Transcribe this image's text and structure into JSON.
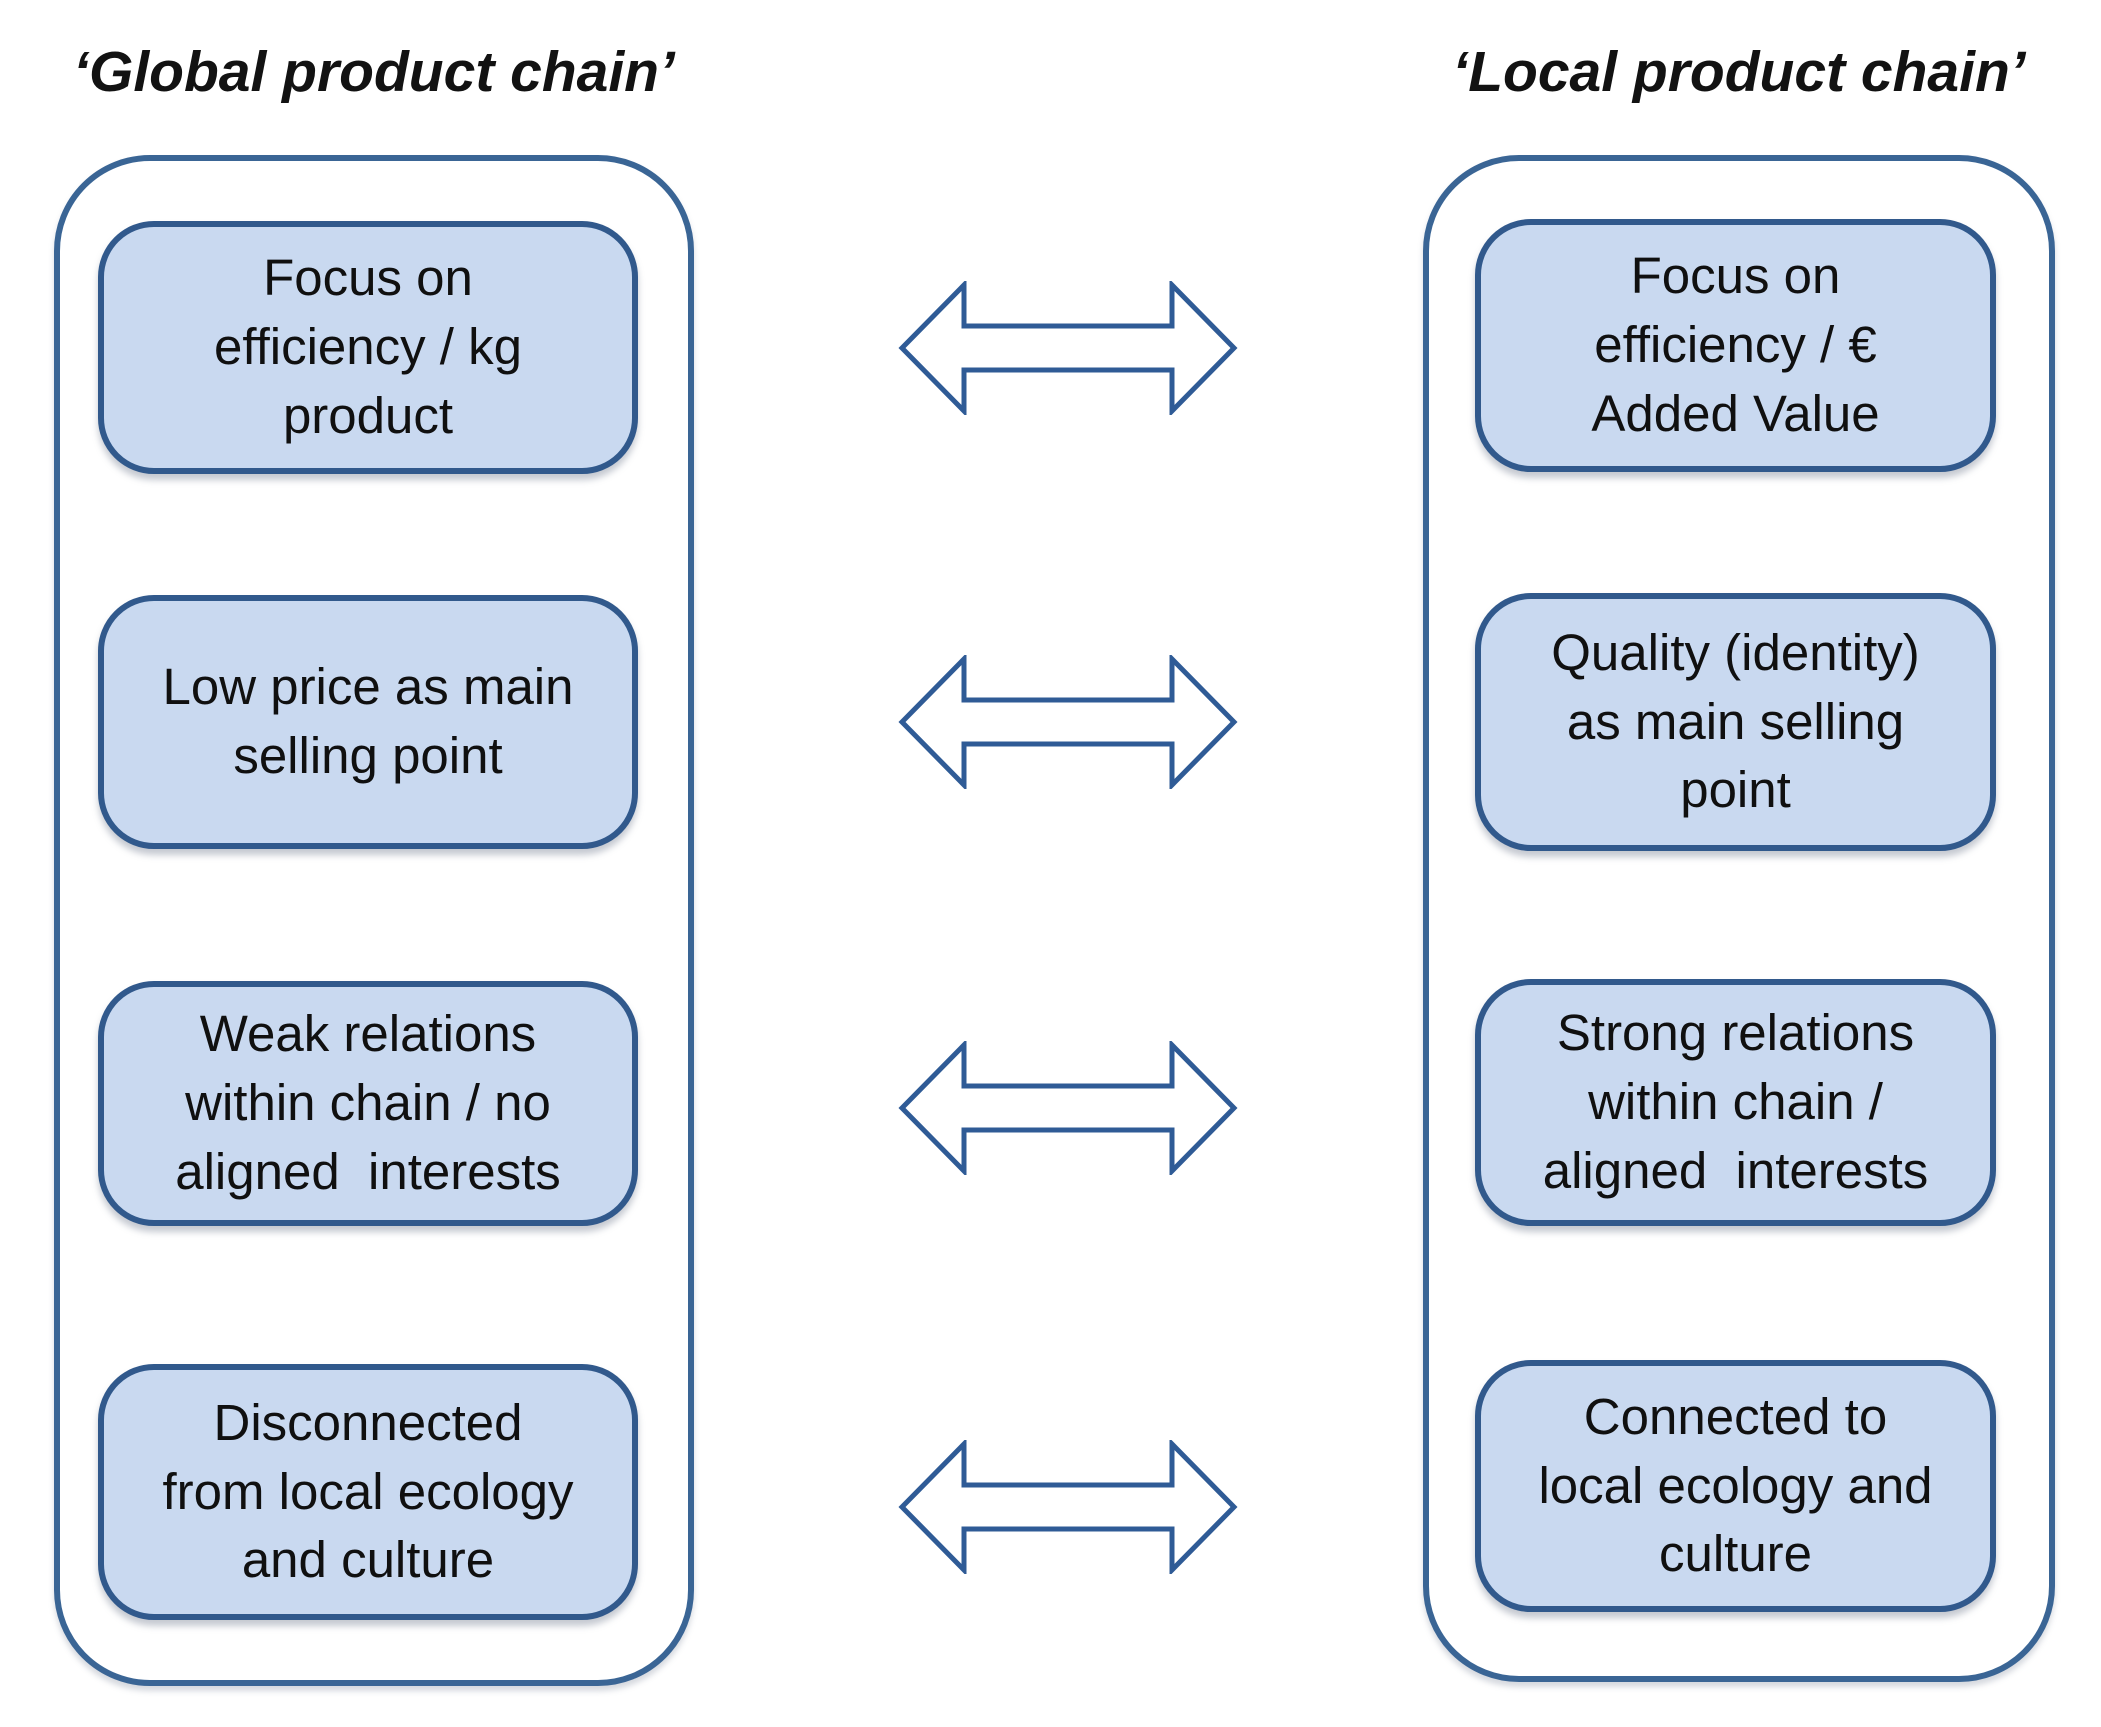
{
  "left_column": {
    "title": "‘Global product chain’",
    "boxes": [
      "Focus on\nefficiency / kg\nproduct",
      "Low price as main\nselling point",
      "Weak relations\nwithin chain / no\naligned  interests",
      "Disconnected\nfrom local ecology\nand culture"
    ]
  },
  "right_column": {
    "title": "‘Local product chain’",
    "boxes": [
      "Focus on\nefficiency / €\nAdded Value",
      "Quality (identity)\nas main selling\npoint",
      "Strong relations\nwithin chain /\naligned  interests",
      "Connected to\nlocal ecology and\nculture"
    ]
  },
  "arrows": {
    "icon": "double-headed-arrow"
  },
  "colors": {
    "box_fill": "#C9D9F0",
    "box_border": "#31598C",
    "container_border": "#3A6595",
    "arrow_stroke": "#2F5B96",
    "arrow_fill": "#FFFFFF",
    "text": "#101010",
    "background": "#FFFFFF"
  }
}
